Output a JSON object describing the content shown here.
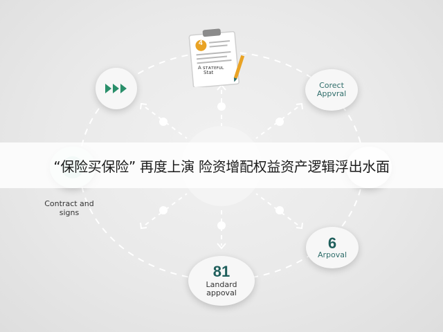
{
  "banner": {
    "text": "“保险买保险” 再度上演 险资增配权益资产逻辑浮出水面"
  },
  "diagram": {
    "clipboard": {
      "badge": "4",
      "caption_line1": "A ꜱᴛᴀᴛᴇꜰᴜʟ",
      "caption_line2": "Stat"
    },
    "nodes": {
      "top_right": {
        "line1": "Corect",
        "line2": "Appvral"
      },
      "bottom_right": {
        "number": "6",
        "label": "Arpoval"
      },
      "bottom": {
        "number": "81",
        "line1": "Landard",
        "line2": "appoval"
      }
    },
    "left_label": {
      "line1": "Contract and",
      "line2": "signs"
    },
    "icons": {
      "top_left": "fast-forward-icon",
      "colors": {
        "accent": "#2a8f6a",
        "teal": "#2f6d6a",
        "badge": "#e9a325",
        "node_bg": "#f7f7f7"
      }
    }
  }
}
